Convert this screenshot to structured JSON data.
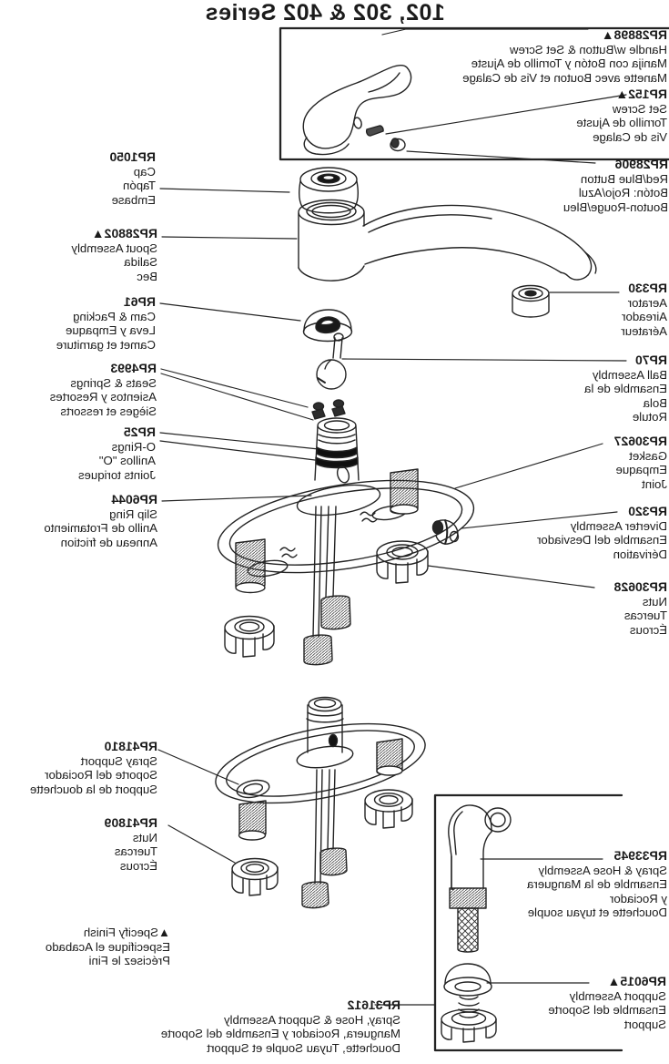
{
  "page": {
    "title": "102, 302 & 402 Series"
  },
  "colors": {
    "ink": "#1b1b1b",
    "background": "#ffffff"
  },
  "note": {
    "lines": [
      "▲Specify Finish",
      "Especifique el Acabado",
      "Précisez le Fini"
    ]
  },
  "parts": {
    "RP28898": {
      "number": "RP28898▲",
      "lines": [
        "Handle w/Button & Set Screw",
        "Manija con Botón y Tornillo de Ajuste",
        "Manette avec Bouton et Vis de Calage"
      ]
    },
    "RP152": {
      "number": "RP152▲",
      "lines": [
        "Set Screw",
        "Tornillo de Ajuste",
        "Vis de Calage"
      ]
    },
    "RP28906": {
      "number": "RP28906",
      "lines": [
        "Red/Blue Button",
        "Botón: Rojo/Azul",
        "Bouton-Rouge/Bleu"
      ]
    },
    "RP1050": {
      "number": "RP1050",
      "lines": [
        "Cap",
        "Tapón",
        "Embase"
      ]
    },
    "RP28802": {
      "number": "RP28802▲",
      "lines": [
        "Spout Assembly",
        "Salida",
        "Bec"
      ]
    },
    "RP61": {
      "number": "RP61",
      "lines": [
        "Cam & Packing",
        "Leva y Empaque",
        "Camet et garniture"
      ]
    },
    "RP4993": {
      "number": "RP4993",
      "lines": [
        "Seats & Springs",
        "Asientos y Resortes",
        "Sièges et ressorts"
      ]
    },
    "RP25": {
      "number": "RP25",
      "lines": [
        "O-Rings",
        "Anillos \"O\"",
        "Joints toriques"
      ]
    },
    "RP6044": {
      "number": "RP6044",
      "lines": [
        "Slip Ring",
        "Anillo de Frotamiento",
        "Anneau de friction"
      ]
    },
    "RP330": {
      "number": "RP330",
      "lines": [
        "Aerator",
        "Aireador",
        "Aérateur"
      ]
    },
    "RP70": {
      "number": "RP70",
      "lines": [
        "Ball Assembly",
        "Ensamble de la",
        "Bola",
        "Rotule"
      ]
    },
    "RP30627": {
      "number": "RP30627",
      "lines": [
        "Gasket",
        "Empaque",
        "Joint"
      ]
    },
    "RP320": {
      "number": "RP320",
      "lines": [
        "Diverter Assembly",
        "Ensamble del Desviador",
        "Dérivation"
      ]
    },
    "RP30628": {
      "number": "RP30628",
      "lines": [
        "Nuts",
        "Tuercas",
        "Écrous"
      ]
    },
    "RP41810": {
      "number": "RP41810",
      "lines": [
        "Spray Support",
        "Soporte del Rociador",
        "Support de la douchette"
      ]
    },
    "RP41809": {
      "number": "RP41809",
      "lines": [
        "Nuts",
        "Tuercas",
        "Écrous"
      ]
    },
    "RP33945": {
      "number": "RP33945",
      "lines": [
        "Spray & Hose Assembly",
        "Ensamble de la Manguera",
        "y Rociador",
        "Douchette et tuyau souple"
      ]
    },
    "RP6015": {
      "number": "RP6015▲",
      "lines": [
        "Support Assembly",
        "Ensamble del Soporte",
        "Support"
      ]
    },
    "RP31612": {
      "number": "RP31612",
      "lines": [
        "Spray, Hose & Support Assembly",
        "Manguera, Rociador y Ensamble del Soporte",
        "Douchette, Tuyau Souple et Support"
      ]
    }
  }
}
